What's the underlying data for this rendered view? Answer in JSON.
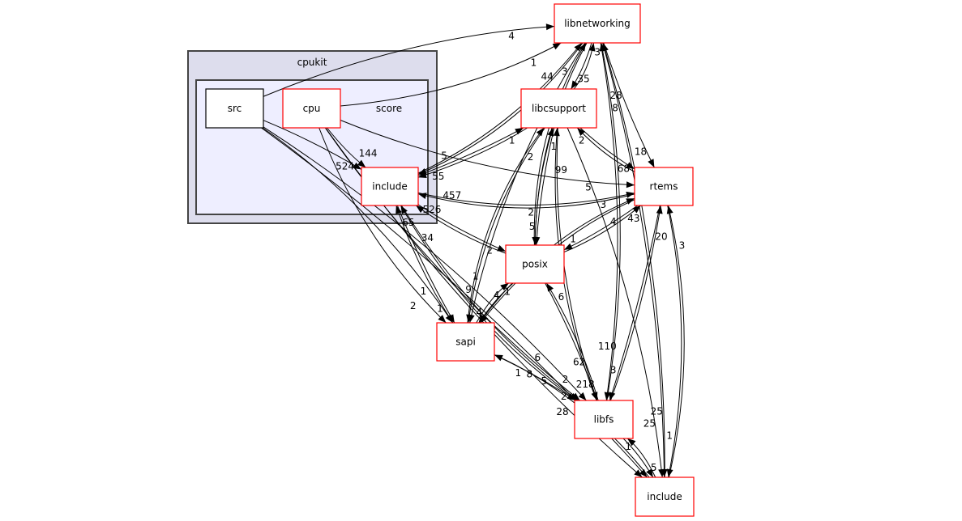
{
  "clusters": {
    "outer": {
      "label": "cpukit",
      "fill": "#dddded",
      "stroke": "#444444"
    },
    "inner": {
      "label": "score",
      "fill": "#eeeeff",
      "stroke": "#444444"
    }
  },
  "nodes": [
    {
      "id": "src",
      "label": "src",
      "border": "#000000"
    },
    {
      "id": "cpu",
      "label": "cpu",
      "border": "#ff0000"
    },
    {
      "id": "inc",
      "label": "include",
      "border": "#ff0000"
    },
    {
      "id": "libnet",
      "label": "libnetworking",
      "border": "#ff0000"
    },
    {
      "id": "libcs",
      "label": "libcsupport",
      "border": "#ff0000"
    },
    {
      "id": "rtems",
      "label": "rtems",
      "border": "#ff0000"
    },
    {
      "id": "posix",
      "label": "posix",
      "border": "#ff0000"
    },
    {
      "id": "sapi",
      "label": "sapi",
      "border": "#ff0000"
    },
    {
      "id": "libfs",
      "label": "libfs",
      "border": "#ff0000"
    },
    {
      "id": "inc2",
      "label": "include",
      "border": "#ff0000"
    }
  ],
  "edges": [
    {
      "from": "src",
      "to": "libnet",
      "label": "4"
    },
    {
      "from": "cpu",
      "to": "libnet",
      "label": "1"
    },
    {
      "from": "inc",
      "to": "libnet",
      "label": "3"
    },
    {
      "from": "src",
      "to": "inc",
      "label": "524"
    },
    {
      "from": "cpu",
      "to": "inc",
      "label": "144"
    },
    {
      "from": "cpu",
      "to": "rtems",
      "label": "5"
    },
    {
      "from": "src",
      "to": "sapi",
      "label": "1"
    },
    {
      "from": "cpu",
      "to": "sapi",
      "label": "2"
    },
    {
      "from": "src",
      "to": "libfs",
      "label": "6"
    },
    {
      "from": "cpu",
      "to": "libfs",
      "label": "8"
    },
    {
      "from": "src",
      "to": "inc2",
      "label": "2"
    },
    {
      "from": "cpu",
      "to": "inc2",
      "label": "28"
    },
    {
      "from": "libnet",
      "to": "inc",
      "label": "5"
    },
    {
      "from": "libnet",
      "to": "sapi",
      "label": "1"
    },
    {
      "from": "inc",
      "to": "libcs",
      "label": "1"
    },
    {
      "from": "libcs",
      "to": "inc",
      "label": "55"
    },
    {
      "from": "inc",
      "to": "rtems",
      "label": "3"
    },
    {
      "from": "rtems",
      "to": "inc",
      "label": "457"
    },
    {
      "from": "inc",
      "to": "posix",
      "label": "2"
    },
    {
      "from": "posix",
      "to": "inc",
      "label": "526"
    },
    {
      "from": "inc",
      "to": "sapi",
      "label": "1"
    },
    {
      "from": "sapi",
      "to": "inc",
      "label": "65"
    },
    {
      "from": "inc",
      "to": "libfs",
      "label": "5"
    },
    {
      "from": "libfs",
      "to": "inc",
      "label": "34"
    },
    {
      "from": "libnet",
      "to": "libcs",
      "label": "35"
    },
    {
      "from": "libcs",
      "to": "libnet",
      "label": "3"
    },
    {
      "from": "libnet",
      "to": "posix",
      "label": "2"
    },
    {
      "from": "posix",
      "to": "libnet",
      "label": "44"
    },
    {
      "from": "libnet",
      "to": "rtems",
      "label": "18"
    },
    {
      "from": "libnet",
      "to": "libfs",
      "label": "110"
    },
    {
      "from": "libfs",
      "to": "libnet",
      "label": "28"
    },
    {
      "from": "libnet",
      "to": "inc2",
      "label": "25"
    },
    {
      "from": "inc2",
      "to": "libnet",
      "label": "8"
    },
    {
      "from": "libcs",
      "to": "posix",
      "label": "5"
    },
    {
      "from": "posix",
      "to": "libcs",
      "label": "1"
    },
    {
      "from": "libcs",
      "to": "sapi",
      "label": "9"
    },
    {
      "from": "sapi",
      "to": "libcs",
      "label": "2"
    },
    {
      "from": "libcs",
      "to": "rtems",
      "label": "68"
    },
    {
      "from": "rtems",
      "to": "libcs",
      "label": "2"
    },
    {
      "from": "libcs",
      "to": "libfs",
      "label": "62"
    },
    {
      "from": "libfs",
      "to": "libcs",
      "label": "99"
    },
    {
      "from": "libcs",
      "to": "inc2",
      "label": "25"
    },
    {
      "from": "rtems",
      "to": "posix",
      "label": "1"
    },
    {
      "from": "posix",
      "to": "rtems",
      "label": "43"
    },
    {
      "from": "rtems",
      "to": "sapi",
      "label": "4"
    },
    {
      "from": "sapi",
      "to": "rtems",
      "label": "4"
    },
    {
      "from": "rtems",
      "to": "libfs",
      "label": "3"
    },
    {
      "from": "libfs",
      "to": "rtems",
      "label": "20"
    },
    {
      "from": "rtems",
      "to": "inc2",
      "label": "1"
    },
    {
      "from": "inc2",
      "to": "rtems",
      "label": "3"
    },
    {
      "from": "posix",
      "to": "sapi",
      "label": "4"
    },
    {
      "from": "sapi",
      "to": "posix",
      "label": "1"
    },
    {
      "from": "posix",
      "to": "libfs",
      "label": "218"
    },
    {
      "from": "libfs",
      "to": "posix",
      "label": "6"
    },
    {
      "from": "sapi",
      "to": "libfs",
      "label": "2"
    },
    {
      "from": "inc2",
      "to": "sapi",
      "label": "1"
    },
    {
      "from": "libfs",
      "to": "inc2",
      "label": "5"
    },
    {
      "from": "inc2",
      "to": "libfs",
      "label": "1"
    }
  ]
}
